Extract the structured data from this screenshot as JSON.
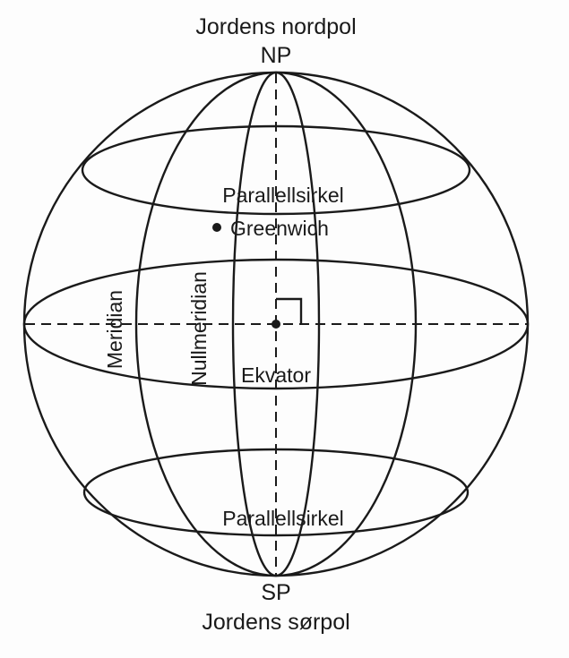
{
  "diagram": {
    "north_pole_title": "Jordens nordpol",
    "north_pole_abbr": "NP",
    "south_pole_abbr": "SP",
    "south_pole_title": "Jordens sørpol",
    "parallel_upper": "Parallellsirkel",
    "parallel_lower": "Parallellsirkel",
    "greenwich": "Greenwich",
    "meridian": "Meridian",
    "prime_meridian": "Nullmeridian",
    "equator": "Ekvator"
  }
}
